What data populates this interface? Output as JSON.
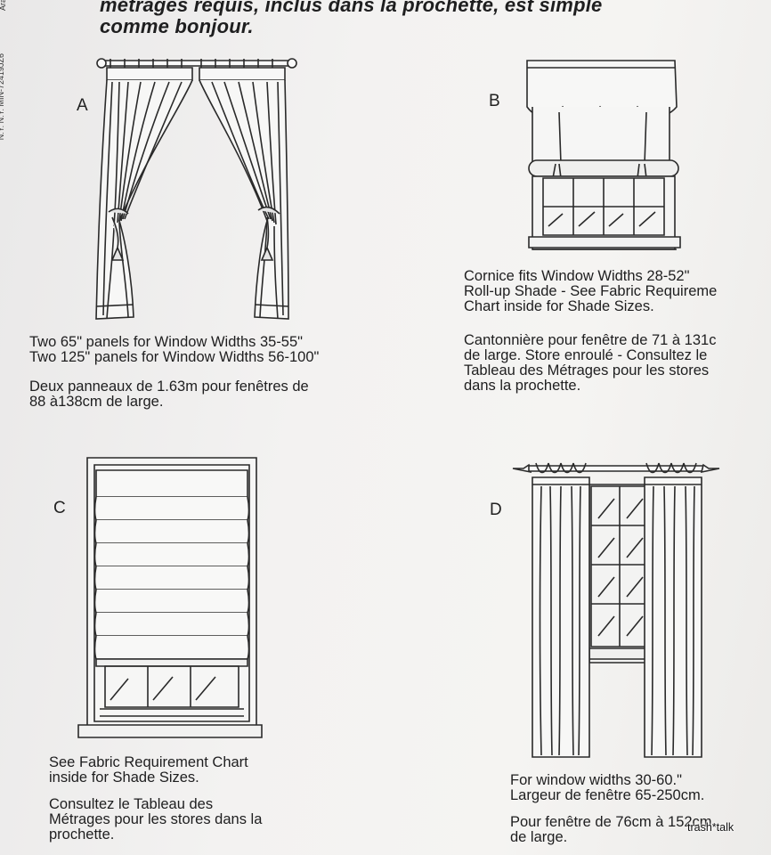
{
  "heading": {
    "line1": "métrages requis, inclus dans la prochette, est simple",
    "line2": "comme bonjour."
  },
  "side_code": "N.Y. N.Y. MIN-72419JZ6",
  "side_code_top": "Ara",
  "sections": {
    "a": {
      "letter": "A",
      "en1": "Two 65\" panels for Window Widths 35-55\"",
      "en2": "Two 125\" panels for Window Widths 56-100\"",
      "fr1": "Deux panneaux de 1.63m pour fenêtres de",
      "fr2": "88 à138cm de large."
    },
    "b": {
      "letter": "B",
      "en1": "Cornice fits Window Widths 28-52\"",
      "en2": "Roll-up Shade - See Fabric Requireme",
      "en3": "Chart inside for Shade Sizes.",
      "fr1": "Cantonnière pour fenêtre de 71 à 131c",
      "fr2": "de large. Store enroulé - Consultez le",
      "fr3": "Tableau des Métrages pour les stores",
      "fr4": "dans la prochette."
    },
    "c": {
      "letter": "C",
      "en1": "See Fabric Requirement Chart",
      "en2": "inside for Shade Sizes.",
      "fr1": "Consultez le Tableau des",
      "fr2": "Métrages pour les stores dans la",
      "fr3": "prochette."
    },
    "d": {
      "letter": "D",
      "en1": "For window widths 30-60.\"",
      "fr1": "Largeur de fenêtre 65-250cm.",
      "fr2": "Pour fenêtre de 76cm à 152cm",
      "fr3": "de large."
    }
  },
  "watermark": "trash*talk"
}
